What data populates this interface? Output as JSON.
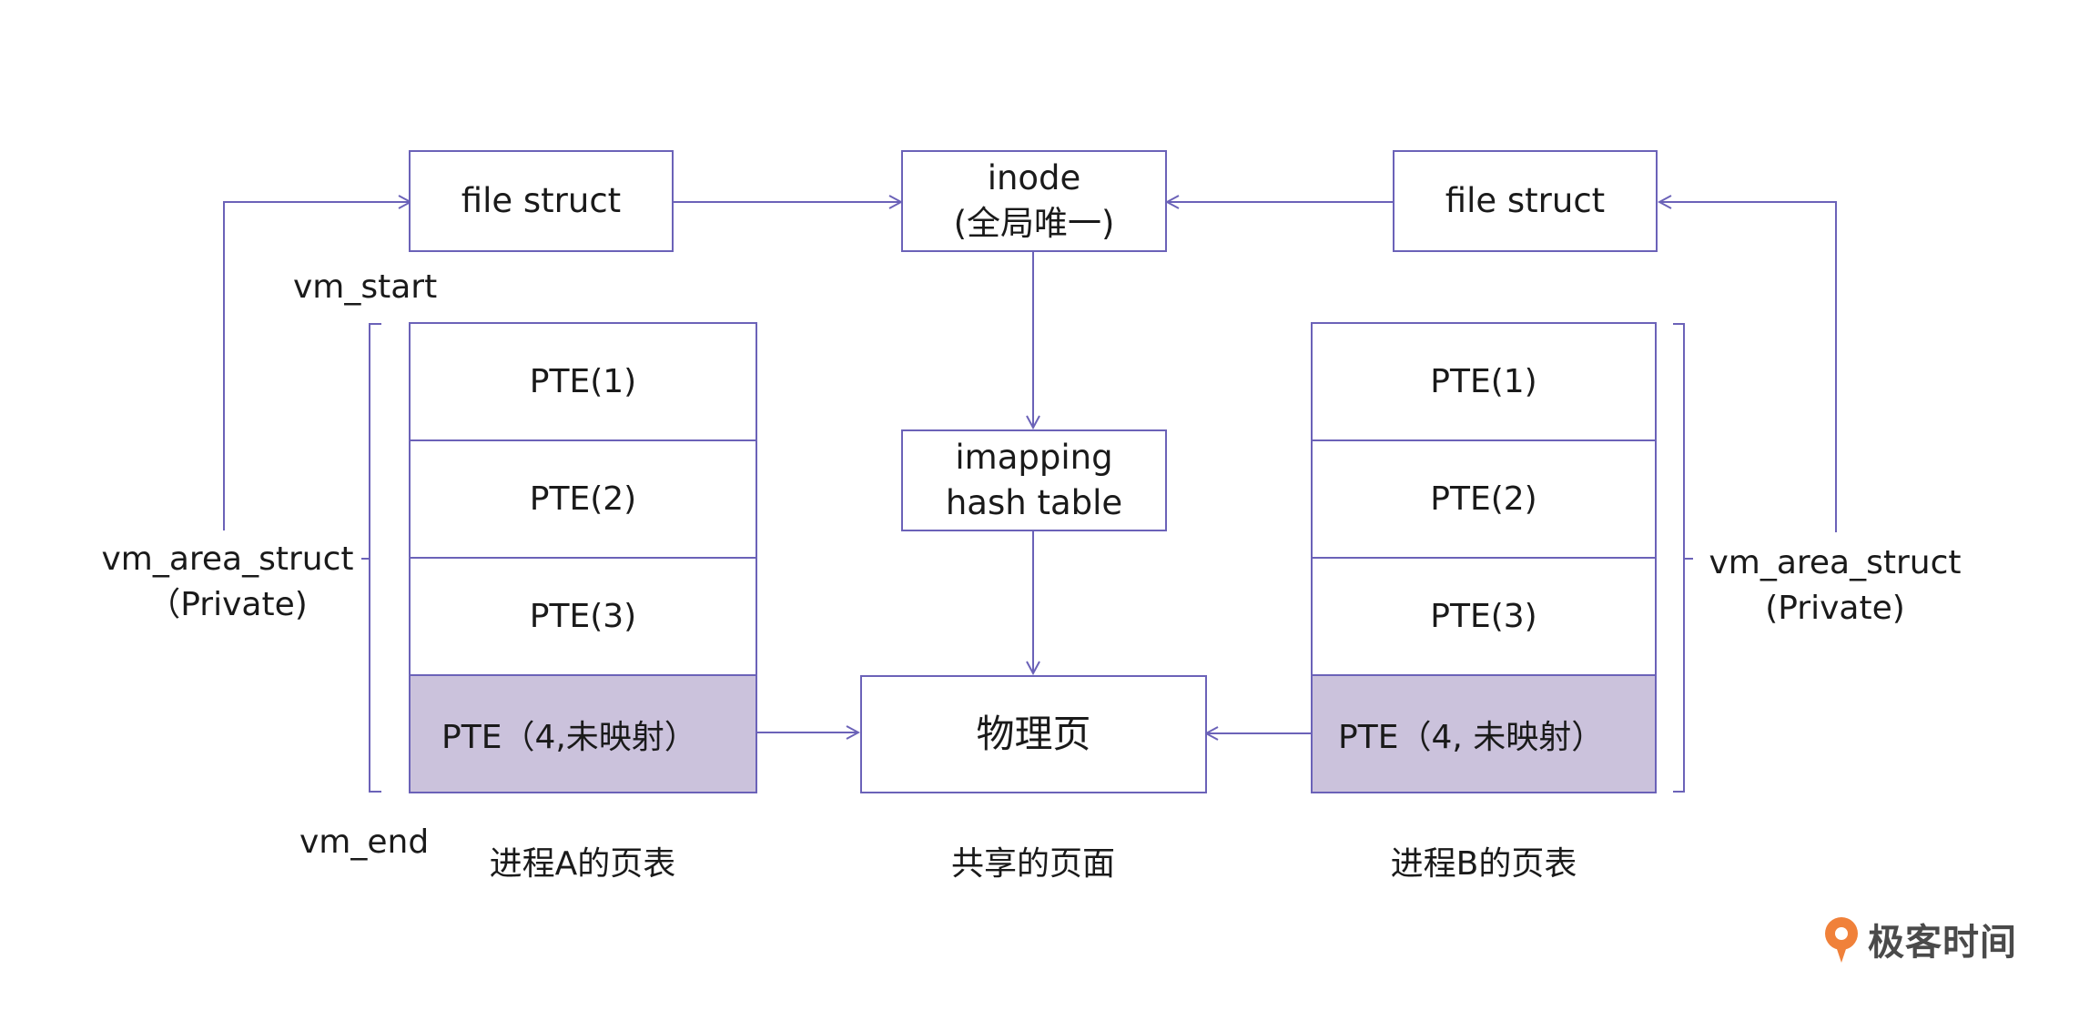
{
  "file_struct_a": "file struct",
  "file_struct_b": "file struct",
  "inode": {
    "line1": "inode",
    "line2": "(全局唯一)"
  },
  "imapping": {
    "line1": "imapping",
    "line2": "hash table"
  },
  "physical_page": "物理页",
  "vm_start": "vm_start",
  "vm_end": "vm_end",
  "vm_area_left": {
    "line1": "vm_area_struct",
    "line2": "（Private)"
  },
  "vm_area_right": {
    "line1": "vm_area_struct",
    "line2": "(Private)"
  },
  "table_a": {
    "rows": [
      "PTE(1)",
      "PTE(2)",
      "PTE(3)",
      "PTE（4,未映射）"
    ],
    "caption": "进程A的页表"
  },
  "table_b": {
    "rows": [
      "PTE(1)",
      "PTE(2)",
      "PTE(3)",
      "PTE（4, 未映射）"
    ],
    "caption": "进程B的页表"
  },
  "shared_caption": "共享的页面",
  "brand": {
    "name": "极客时间",
    "icon": "geektime-logo-icon"
  },
  "colors": {
    "stroke": "#6b62b8",
    "unmapped_fill": "#cbc2dc"
  }
}
